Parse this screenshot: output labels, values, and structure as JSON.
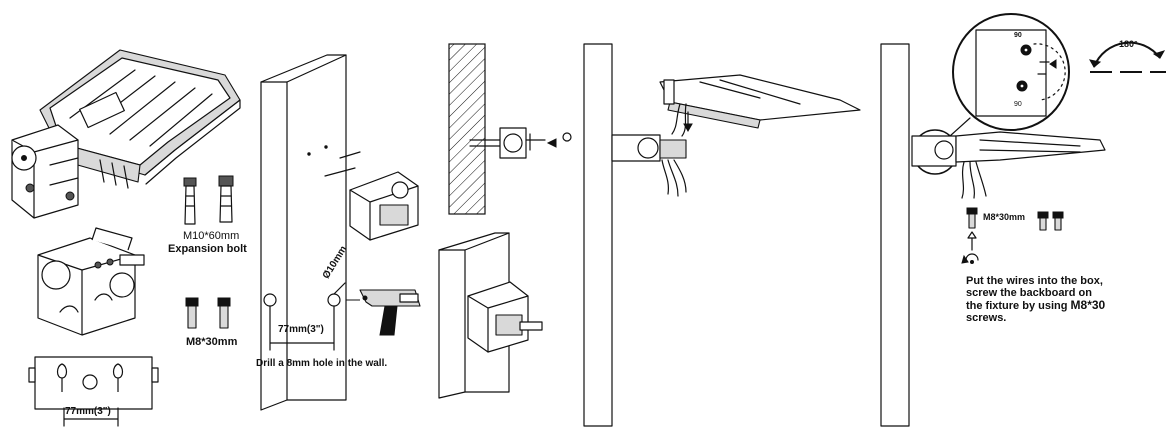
{
  "labels": {
    "bolt_spec": "M10*60mm",
    "bolt_name": "Expansion bolt",
    "screw_spec_left": "M8*30mm",
    "drill_diameter": "Ø10mm",
    "hole_spacing_mid": "77mm(3\")",
    "drill_instruction": "Drill a 8mm hole in the wall.",
    "hole_spacing_bottom": "77mm(3\")",
    "screw_spec_right": "M8*30mm",
    "rotation_angle": "180°",
    "dial_mark_top": "90",
    "dial_mark_bottom": "90",
    "instruction_line1": "Put the wires into the box,",
    "instruction_line2": "screw the backboard on",
    "instruction_line3": "the fixture by using",
    "instruction_screw_spec": "M8*30",
    "instruction_line4": "screws."
  },
  "icons": [
    "led-fixture-icon",
    "mounting-bracket-icon",
    "expansion-bolt-icon",
    "screw-icon",
    "hammer-drill-icon",
    "wall-pole-icon",
    "rotation-arrow-icon",
    "magnifier-circle-icon",
    "wire-bundle-icon",
    "arrow-up-icon",
    "arrow-down-icon",
    "arrow-left-icon"
  ]
}
